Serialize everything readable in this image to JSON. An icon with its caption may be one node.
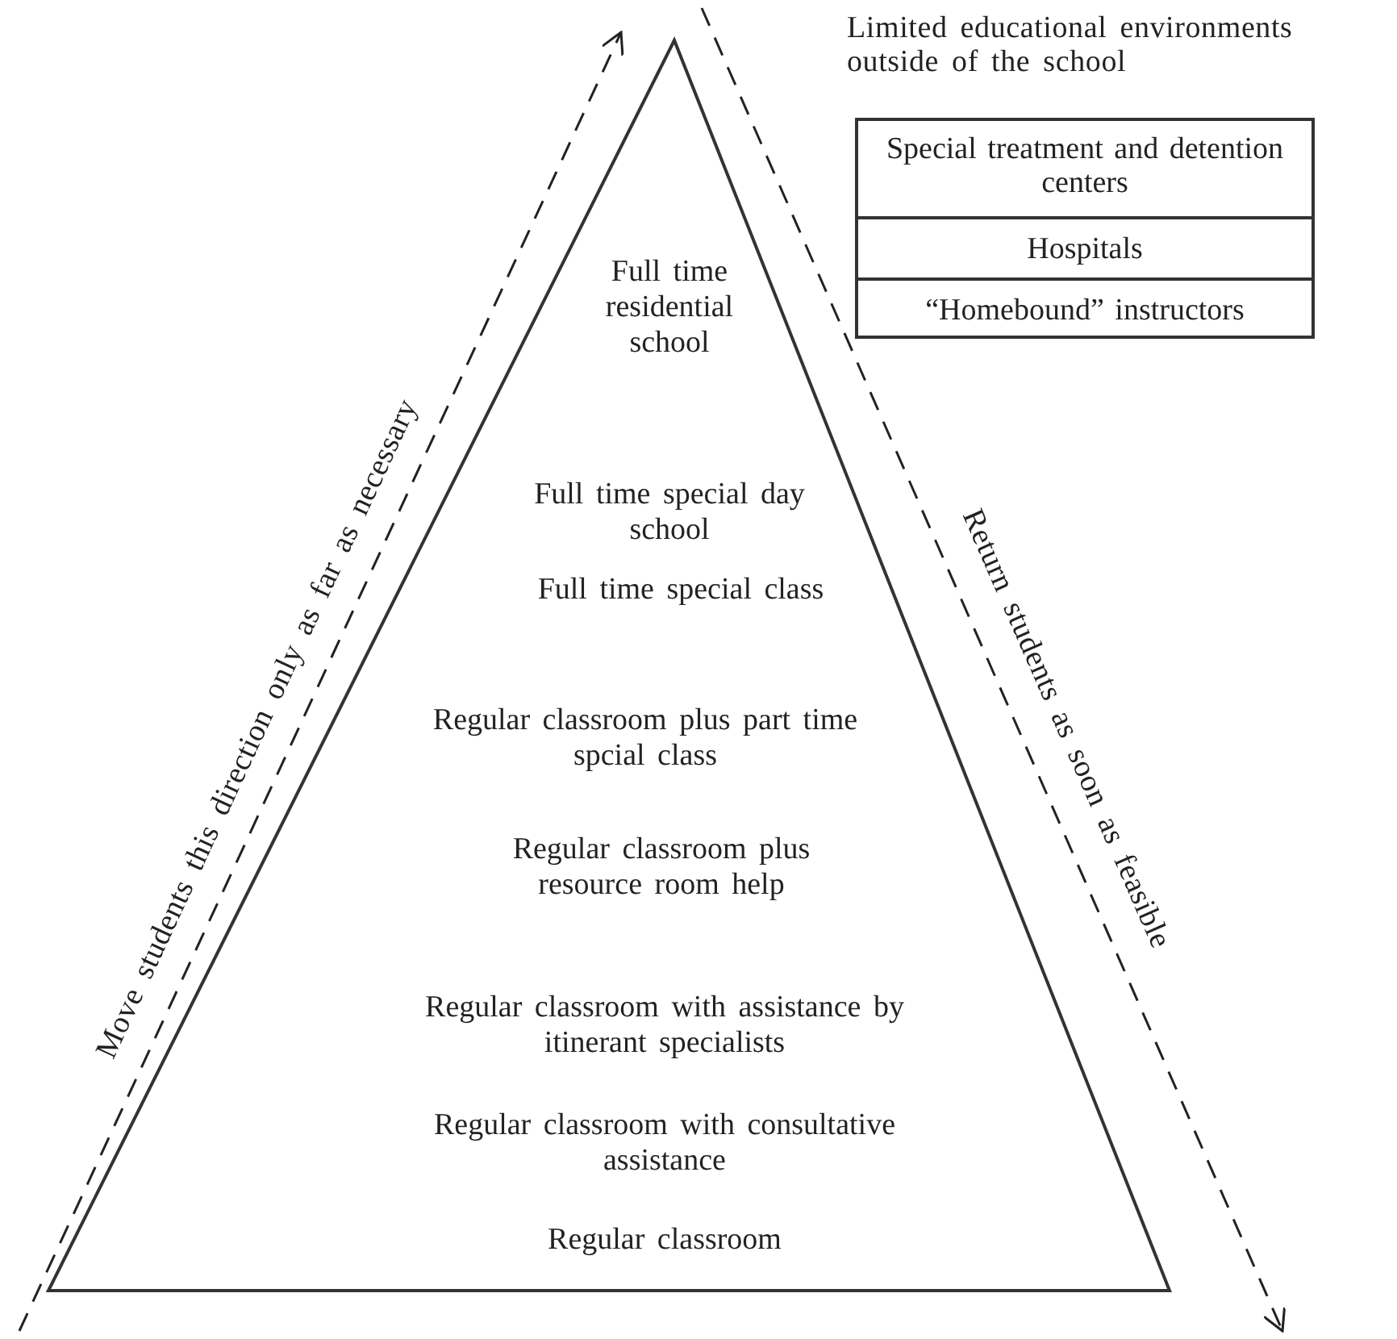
{
  "diagram": {
    "nodes": [
      {
        "text": [
          "Full time residential school",
          "Full time special day school",
          "Full time special class",
          "Regular classroom plus part time spcial class",
          "Regular classroom plus resource room help",
          "Regular classroom with assistance by itinerant specialists",
          "Regular classroom with consultative assistance",
          "Regular classroom"
        ]
      },
      {
        "text": [
          "Limited educational environments outside of the school"
        ]
      },
      {
        "text": [
          "Special treatment and detention centers"
        ],
        "in": 1
      },
      {
        "text": [
          "Hospitals"
        ],
        "in": 1
      },
      {
        "text": [
          "“Homebound” instructors"
        ],
        "in": 1
      }
    ],
    "labels": [
      "Move students this direction only as far as necessary",
      "Return students as soon as feasible"
    ]
  }
}
